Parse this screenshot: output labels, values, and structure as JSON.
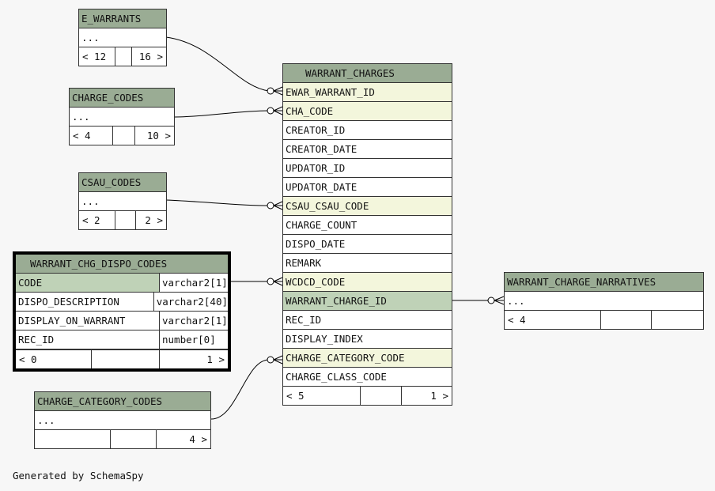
{
  "tables": {
    "e_warrants": {
      "name": "E_WARRANTS",
      "row": "...",
      "prev": "< 12",
      "mid": "",
      "next": "16 >"
    },
    "charge_codes": {
      "name": "CHARGE_CODES",
      "row": "...",
      "prev": "< 4",
      "mid": "",
      "next": "10 >"
    },
    "csau_codes": {
      "name": "CSAU_CODES",
      "row": "...",
      "prev": "< 2",
      "mid": "",
      "next": "2 >"
    },
    "dispo_codes": {
      "name": "WARRANT_CHG_DISPO_CODES",
      "columns": [
        {
          "name": "CODE",
          "type": "varchar2[1]"
        },
        {
          "name": "DISPO_DESCRIPTION",
          "type": "varchar2[40]"
        },
        {
          "name": "DISPLAY_ON_WARRANT",
          "type": "varchar2[1]"
        },
        {
          "name": "REC_ID",
          "type": "number[0]"
        }
      ],
      "prev": "< 0",
      "mid": "",
      "next": "1 >"
    },
    "category_codes": {
      "name": "CHARGE_CATEGORY_CODES",
      "row": "...",
      "prev": "",
      "mid": "",
      "next": "4 >"
    },
    "warrant_charges": {
      "name": "WARRANT_CHARGES",
      "columns": [
        "EWAR_WARRANT_ID",
        "CHA_CODE",
        "CREATOR_ID",
        "CREATOR_DATE",
        "UPDATOR_ID",
        "UPDATOR_DATE",
        "CSAU_CSAU_CODE",
        "CHARGE_COUNT",
        "DISPO_DATE",
        "REMARK",
        "WCDCD_CODE",
        "WARRANT_CHARGE_ID",
        "REC_ID",
        "DISPLAY_INDEX",
        "CHARGE_CATEGORY_CODE",
        "CHARGE_CLASS_CODE"
      ],
      "prev": "< 5",
      "mid": "",
      "next": "1 >"
    },
    "narratives": {
      "name": "WARRANT_CHARGE_NARRATIVES",
      "row": "...",
      "prev": "< 4",
      "mid": "",
      "next": ""
    }
  },
  "footer": "Generated by SchemaSpy"
}
